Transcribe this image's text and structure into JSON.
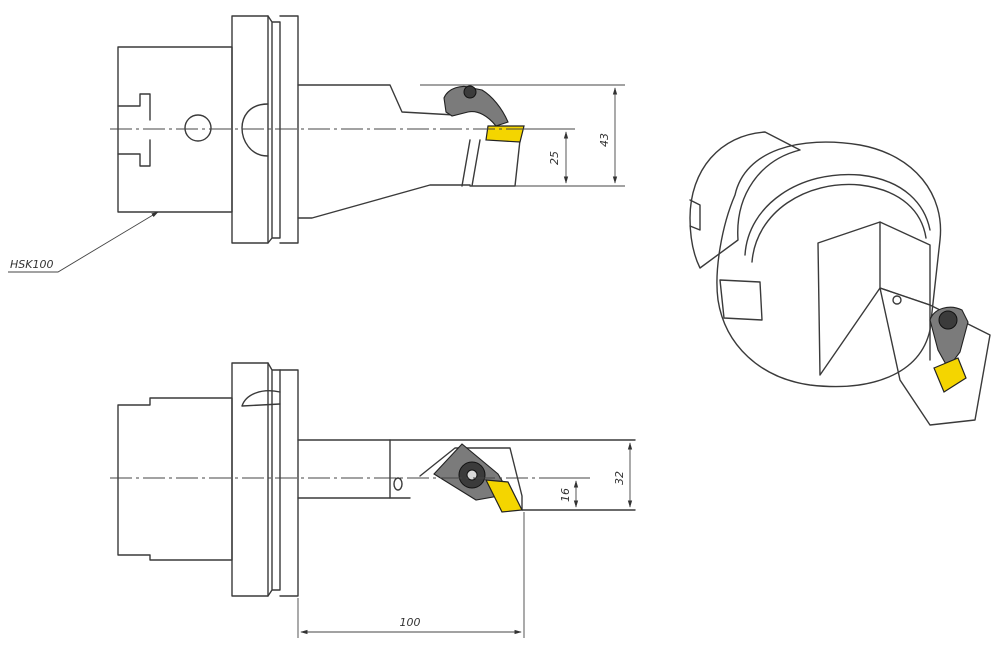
{
  "drawing": {
    "colors": {
      "line": "#3a3a3a",
      "insert": "#f4d500",
      "clamp": "#7b7b7b",
      "screw": "#3b3b3b"
    },
    "labels": {
      "shank": "HSK100",
      "height_total": "43",
      "height_center": "25",
      "width_total": "32",
      "width_center": "16",
      "length": "100"
    }
  }
}
